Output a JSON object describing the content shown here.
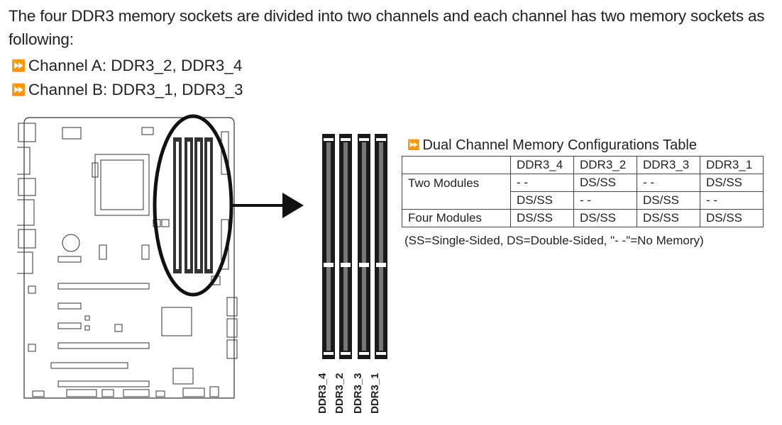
{
  "intro": "The four DDR3 memory sockets are divided into two channels and each channel has two memory sockets as following:",
  "bullets": {
    "arrow": "⏩",
    "channel_a": "Channel A: DDR3_2, DDR3_4",
    "channel_b": "Channel B: DDR3_1, DDR3_3"
  },
  "table": {
    "title": "Dual Channel Memory Configurations Table",
    "headers": [
      "DDR3_4",
      "DDR3_2",
      "DDR3_3",
      "DDR3_1"
    ],
    "rows": [
      {
        "label": "Two Modules",
        "cells": [
          "- -",
          "DS/SS",
          "- -",
          "DS/SS"
        ]
      },
      {
        "label": "",
        "cells": [
          "DS/SS",
          "- -",
          "DS/SS",
          "- -"
        ]
      },
      {
        "label": "Four Modules",
        "cells": [
          "DS/SS",
          "DS/SS",
          "DS/SS",
          "DS/SS"
        ]
      }
    ],
    "note": "(SS=Single-Sided, DS=Double-Sided, \"- -\"=No Memory)"
  },
  "slot_labels": [
    "DDR3_4",
    "DDR3_2",
    "DDR3_3",
    "DDR3_1"
  ]
}
